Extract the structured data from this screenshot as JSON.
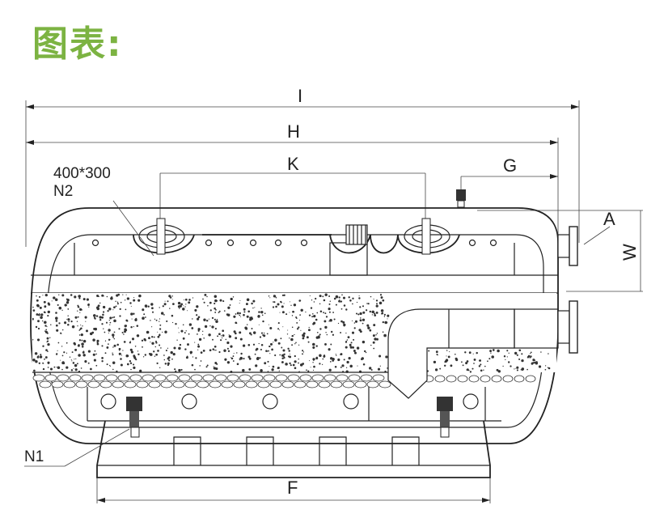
{
  "heading": "图表:",
  "dimensions": {
    "I": "I",
    "H": "H",
    "K": "K",
    "G": "G",
    "A": "A",
    "W": "W",
    "F": "F"
  },
  "nozzles": {
    "manhole_size": "400*300",
    "n2": "N2",
    "n1": "N1"
  },
  "colors": {
    "heading": "#7cb342",
    "line": "#222222"
  }
}
